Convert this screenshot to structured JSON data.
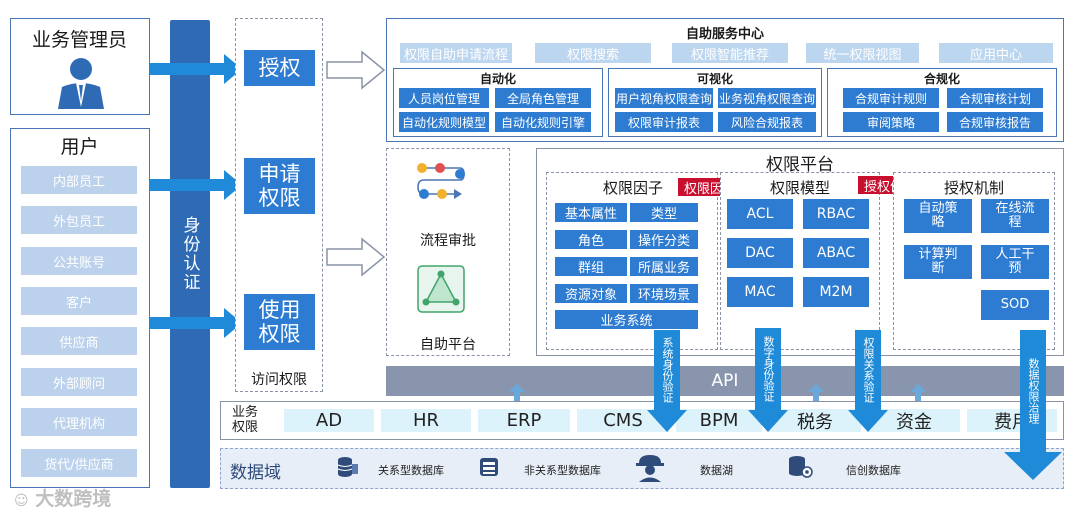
{
  "admin": {
    "title": "业务管理员"
  },
  "users": {
    "title": "用户",
    "items": [
      "内部员工",
      "外包员工",
      "公共账号",
      "客户",
      "供应商",
      "外部顾问",
      "代理机构",
      "货代/供应商"
    ]
  },
  "auth_bar": {
    "label": "身份认证"
  },
  "access": {
    "items": [
      {
        "line1": "授权",
        "line2": ""
      },
      {
        "line1": "申请",
        "line2": "权限"
      },
      {
        "line1": "使用",
        "line2": "权限"
      }
    ],
    "footer": "访问权限"
  },
  "self_service": {
    "title": "自助服务中心",
    "tabs": [
      "权限自助申请流程",
      "权限搜索",
      "权限智能推荐",
      "统一权限视图",
      "应用中心"
    ],
    "groups": [
      {
        "title": "自动化",
        "buttons": [
          "人员岗位管理",
          "全局角色管理",
          "自动化规则模型",
          "自动化规则引擎"
        ]
      },
      {
        "title": "可视化",
        "buttons": [
          "用户视角权限查询",
          "业务视角权限查询",
          "权限审计报表",
          "风险合规报表"
        ]
      },
      {
        "title": "合规化",
        "buttons": [
          "合规审计规则",
          "合规审核计划",
          "审阅策略",
          "合规审核报告"
        ]
      }
    ]
  },
  "workflow": {
    "label1": "流程审批",
    "label2": "自助平台"
  },
  "platform": {
    "title": "权限平台",
    "factors": {
      "title": "权限因子",
      "buttons": [
        "基本属性",
        "类型",
        "角色",
        "操作分类",
        "群组",
        "所属业务",
        "资源对象",
        "环境场景",
        "业务系统"
      ]
    },
    "arrow1": "权限因子",
    "models": {
      "title": "权限模型",
      "buttons": [
        "ACL",
        "RBAC",
        "DAC",
        "ABAC",
        "MAC",
        "M2M"
      ]
    },
    "arrow2": "授权依据",
    "mechanism": {
      "title": "授权机制",
      "buttons": [
        "自动策略",
        "在线流程",
        "计算判断",
        "人工干预",
        "SOD"
      ]
    }
  },
  "down_arrows": [
    "系统身份验证",
    "数字身份验证",
    "权限关系验证",
    "数据权限治理"
  ],
  "api": {
    "label": "API"
  },
  "business": {
    "label": "业务权限",
    "items": [
      "AD",
      "HR",
      "ERP",
      "CMS",
      "BPM",
      "税务",
      "资金",
      "费用"
    ]
  },
  "data_domain": {
    "label": "数据域",
    "items": [
      "关系型数据库",
      "非关系型数据库",
      "数据湖",
      "信创数据库"
    ]
  },
  "watermark": "大数跨境",
  "colors": {
    "primary": "#2e7cd2",
    "dark": "#2e6bb4",
    "light": "#bdd6f0",
    "red": "#c8102e",
    "arrow": "#1f8ad8"
  }
}
